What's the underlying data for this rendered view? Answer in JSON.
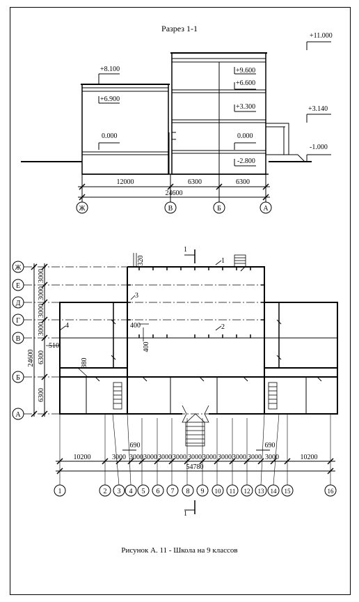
{
  "section": {
    "title": "Разрез 1-1",
    "levels": {
      "l11000": "+11.000",
      "l8100": "+8.100",
      "l6900": "+6.900",
      "l9600": "+9.600",
      "l6600": "+6.600",
      "l3300": "+3.300",
      "l3140": "+3.140",
      "l0000_left": "0.000",
      "l0000_right": "0.000",
      "lm1000": "-1.000",
      "lm2800": "-2.800"
    },
    "dims": {
      "d12000": "12000",
      "d6300a": "6300",
      "d6300b": "6300",
      "total": "24600"
    },
    "axes": [
      "Ж",
      "В",
      "Б",
      "А"
    ]
  },
  "plan": {
    "row_axes": [
      "Ж",
      "Е",
      "Д",
      "Г",
      "В",
      "Б",
      "А"
    ],
    "col_axes": [
      "1",
      "2",
      "3",
      "4",
      "5",
      "6",
      "7",
      "8",
      "9",
      "10",
      "11",
      "12",
      "13",
      "14",
      "15",
      "16"
    ],
    "left_dims": [
      "3000",
      "3000",
      "3000",
      "3000",
      "6300",
      "6300"
    ],
    "left_total": "24600",
    "side_dims": {
      "d320": "320",
      "d510": "510",
      "d380": "380",
      "d400a": "400",
      "d400b": "400"
    },
    "bottom_dims": [
      "10200",
      "3000",
      "3000",
      "3000",
      "3000",
      "3000",
      "3000",
      "3000",
      "3000",
      "3000",
      "3000",
      "3000",
      "10200"
    ],
    "small_dims": {
      "d690_left": "690",
      "d690_right": "690"
    },
    "total_dim": "54780",
    "callouts": [
      "1",
      "2",
      "3",
      "4"
    ],
    "section_mark": "1"
  },
  "caption": "Рисунок А. 11 - Школа на 9 классов"
}
